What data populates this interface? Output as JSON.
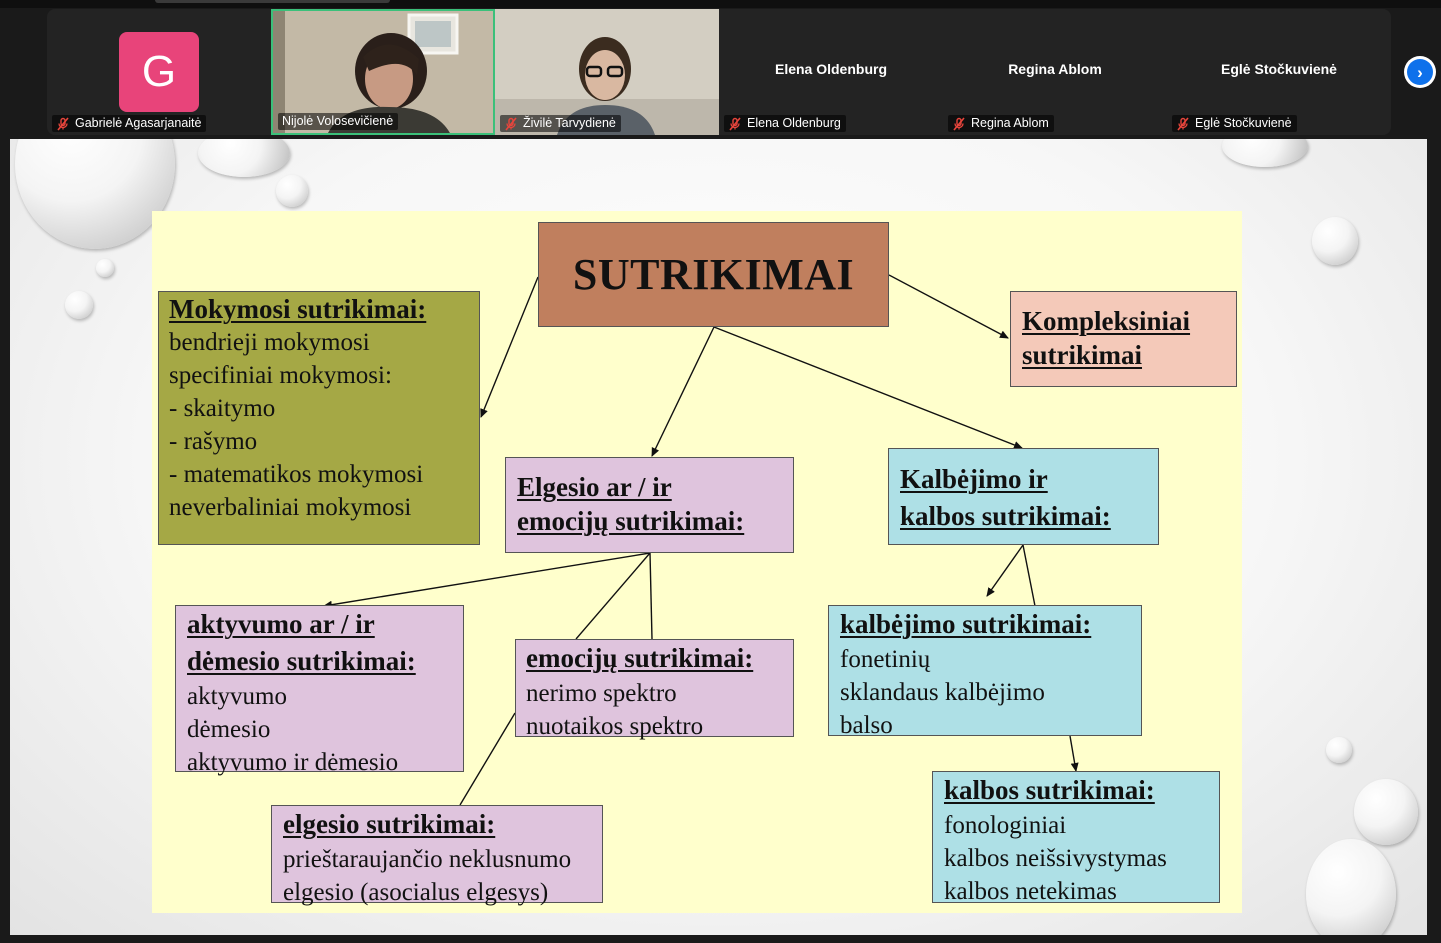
{
  "participants": [
    {
      "name": "Gabrielė Agasarjanaitė",
      "avatar_letter": "G",
      "muted": true,
      "video": false
    },
    {
      "name": "Nijolė Voloseviciene",
      "display_label": "Nijolė Voloseviciene",
      "muted": false,
      "video": true,
      "active_speaker": true
    },
    {
      "name": "Živilė Tarvydienė",
      "muted": true,
      "video": true
    },
    {
      "name": "Elena Oldenburg",
      "muted": true,
      "video": false
    },
    {
      "name": "Regina Ablom",
      "muted": true,
      "video": false
    },
    {
      "name": "Eglė Stočkuvienė",
      "muted": true,
      "video": false
    }
  ],
  "participant_labels": {
    "p0": "Gabrielė Agasarjanaitė",
    "p1": "Nijolė Volosevičienė",
    "p2": "Živilė Tarvydienė",
    "p3": "Elena Oldenburg",
    "p4": "Regina Ablom",
    "p5": "Eglė Stočkuvienė"
  },
  "icons": {
    "mic": "muted-mic-icon",
    "next": "chevron-right-icon"
  },
  "colors": {
    "accent": "#0e71eb",
    "active_border": "#3bc07a",
    "avatar_bg": "#e8447a",
    "muted_mic": "#e8453c"
  },
  "slide": {
    "title": "SUTRIKIMAI",
    "boxes": {
      "mokymosi": {
        "heading": "Mokymosi sutrikimai:",
        "lines": [
          "bendrieji mokymosi",
          "specifiniai mokymosi:",
          "- skaitymo",
          "- rašymo",
          "- matematikos mokymosi",
          "neverbaliniai mokymosi"
        ]
      },
      "kompleksiniai": {
        "heading_lines": [
          "Kompleksiniai",
          "sutrikimai"
        ]
      },
      "elgesio_emociju": {
        "heading_lines": [
          "Elgesio ar / ir",
          "emocijų sutrikimai:"
        ]
      },
      "kalbejimo_kalbos": {
        "heading_lines": [
          "Kalbėjimo ir",
          "kalbos sutrikimai:"
        ]
      },
      "aktyvumo": {
        "heading_lines": [
          "aktyvumo ar / ir",
          "dėmesio sutrikimai:"
        ],
        "lines": [
          "aktyvumo",
          "dėmesio",
          "aktyvumo ir dėmesio"
        ]
      },
      "emociju": {
        "heading": "emocijų sutrikimai:",
        "lines": [
          "nerimo spektro",
          "nuotaikos spektro"
        ]
      },
      "kalbejimo": {
        "heading": "kalbėjimo sutrikimai:",
        "lines": [
          "fonetinių",
          "sklandaus kalbėjimo",
          "balso"
        ]
      },
      "elgesio": {
        "heading": "elgesio sutrikimai:",
        "lines": [
          "prieštaraujančio neklusnumo",
          "elgesio (asocialus elgesys)"
        ]
      },
      "kalbos": {
        "heading": "kalbos sutrikimai:",
        "lines": [
          "fonologiniai",
          "kalbos neišsivystymas",
          "kalbos netekimas"
        ]
      }
    },
    "colors": {
      "background_panel": "#ffffcc",
      "title_box": "#c07f5e",
      "olive_box": "#a5a845",
      "peach_box": "#f4c9b9",
      "lilac_box": "#dfc4dd",
      "cyan_box": "#aee0e6"
    }
  }
}
